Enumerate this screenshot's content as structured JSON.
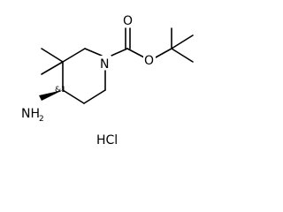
{
  "molecule": {
    "atoms": {
      "n1": "N",
      "o_carbonyl": "O",
      "o_ester": "O",
      "nh2": "NH",
      "nh2_sub": "2",
      "stereo": "&1",
      "salt": "HCl"
    }
  }
}
